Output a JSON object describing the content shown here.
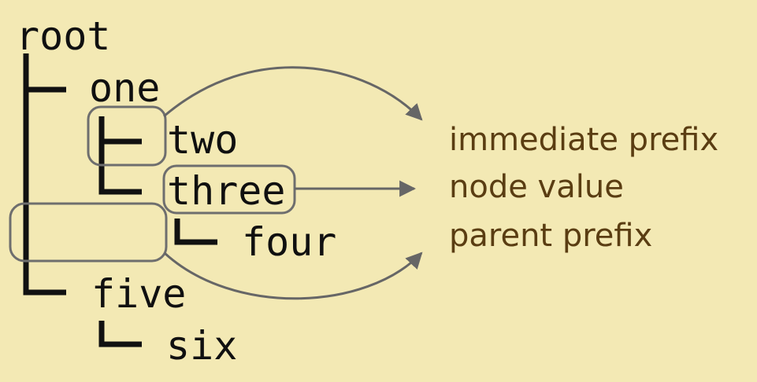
{
  "tree": {
    "root": "root",
    "one": "one",
    "two": "two",
    "three": "three",
    "four": "four",
    "five": "five",
    "six": "six"
  },
  "legend": {
    "immediate_prefix": "immediate prefix",
    "node_value": "node value",
    "parent_prefix": "parent prefix"
  },
  "colors": {
    "background": "#f3e9b4",
    "tree_text": "#101010",
    "legend_text": "#5a3d12",
    "annotation": "#666666"
  }
}
